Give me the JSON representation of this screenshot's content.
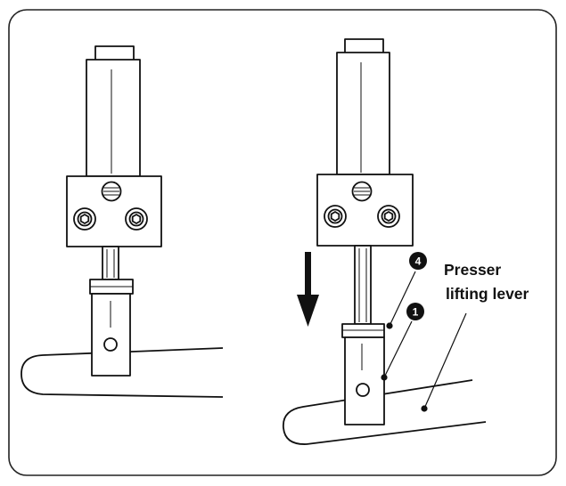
{
  "diagram": {
    "callouts": {
      "part_4": "4",
      "part_1": "1"
    },
    "label": {
      "line1": "Presser",
      "line2": "lifting lever"
    },
    "icons": {
      "direction_arrow": "down-arrow-icon",
      "screw_head": "hex-socket-screw-icon",
      "slotted_screw": "slotted-screw-icon"
    },
    "colors": {
      "line": "#111111",
      "background": "#ffffff",
      "frame": "#222222"
    }
  }
}
